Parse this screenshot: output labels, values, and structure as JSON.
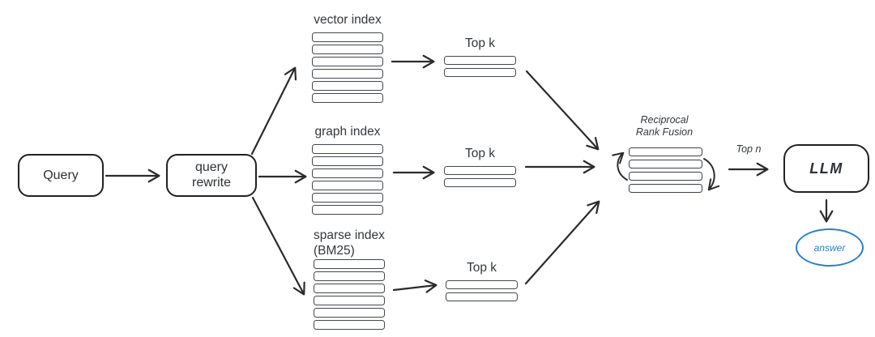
{
  "diagram": {
    "query": {
      "label": "Query"
    },
    "query_rewrite": {
      "line1": "query",
      "line2": "rewrite"
    },
    "vector_index": {
      "label": "vector index",
      "bar_count": 6
    },
    "graph_index": {
      "label": "graph index",
      "bar_count": 6
    },
    "sparse_index": {
      "line1": "sparse index",
      "line2": "(BM25)",
      "bar_count": 6
    },
    "top_k_label": "Top k",
    "top_k_bar_count": 2,
    "rrf": {
      "line1": "Reciprocal",
      "line2": "Rank Fusion",
      "bar_count": 4
    },
    "top_n_label": "Top n",
    "llm": {
      "label": "LLM"
    },
    "answer": {
      "label": "answer"
    },
    "colors": {
      "ink": "#2b2b2b",
      "answer_blue": "#2b7fc6"
    }
  }
}
